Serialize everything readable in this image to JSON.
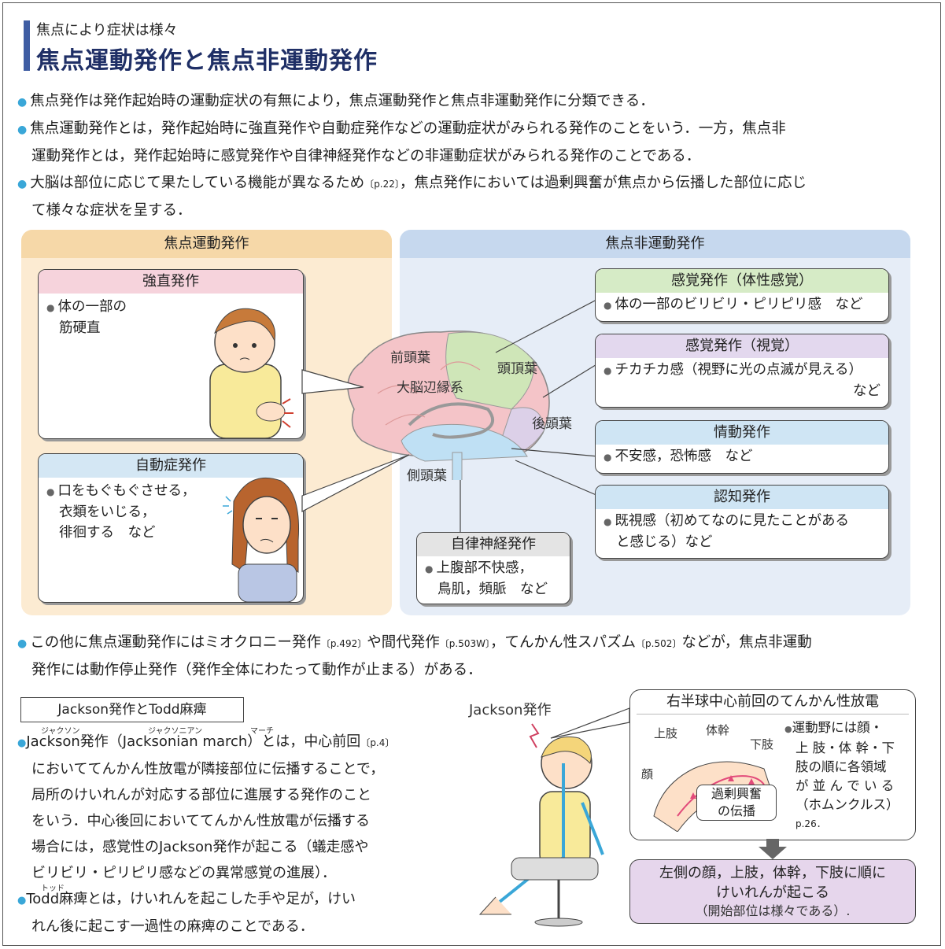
{
  "header": {
    "kicker": "焦点により症状は様々",
    "title": "焦点運動発作と焦点非運動発作"
  },
  "bullets": [
    "焦点発作は発作起始時の運動症状の有無により，焦点運動発作と焦点非運動発作に分類できる．",
    "焦点運動発作とは，発作起始時に強直発作や自動症発作などの運動症状がみられる発作のことをいう．一方，焦点非",
    "運動発作とは，発作起始時に感覚発作や自律神経発作などの非運動症状がみられる発作のことである．",
    "大脳は部位に応じて果たしている機能が異なるため",
    "p.22",
    "，焦点発作においては過剰興奮が焦点から伝播した部位に応じ",
    "て様々な症状を呈する．"
  ],
  "left_panel": {
    "title": "焦点運動発作",
    "card1": {
      "title": "強直発作",
      "lines": [
        "体の一部の",
        "筋硬直"
      ]
    },
    "card2": {
      "title": "自動症発作",
      "lines": [
        "口をもぐもぐさせる，",
        "衣類をいじる，",
        "徘徊する　など"
      ]
    }
  },
  "right_panel": {
    "title": "焦点非運動発作",
    "card1": {
      "title": "感覚発作（体性感覚）",
      "lines": [
        "体の一部のビリビリ・ピリピリ感　など"
      ]
    },
    "card2": {
      "title": "感覚発作（視覚）",
      "lines": [
        "チカチカ感（視野に光の点滅が見える）",
        "など"
      ]
    },
    "card3": {
      "title": "情動発作",
      "lines": [
        "不安感，恐怖感　など"
      ]
    },
    "card4": {
      "title": "認知発作",
      "lines": [
        "既視感（初めてなのに見たことがある",
        "と感じる）など"
      ]
    },
    "card5": {
      "title": "自律神経発作",
      "lines": [
        "上腹部不快感，",
        "鳥肌，頻脈　など"
      ]
    }
  },
  "brain_labels": {
    "frontal": "前頭葉",
    "parietal": "頭頂葉",
    "limbic": "大脳辺縁系",
    "occipital": "後頭葉",
    "temporal": "側頭葉"
  },
  "other_bullet": {
    "line1": "この他に焦点運動発作にはミオクロニー発作",
    "ref1": "p.492",
    "mid1": "や間代発作",
    "ref2": "p.503W",
    "mid2": "，てんかん性スパズム",
    "ref3": "p.502",
    "end1": "などが，焦点非運動",
    "line2": "発作には動作停止発作（発作全体にわたって動作が止まる）がある．"
  },
  "jackson": {
    "box_title": "Jackson発作とTodd麻痺",
    "ruby_jackson": "ジャクソン",
    "ruby_jacksonian": "ジャクソニアン",
    "ruby_march": "マーチ",
    "ruby_todd": "トッド",
    "p1_line1a": "Jackson発作（Jacksonian march）とは，中心前回",
    "p1_ref": "p.4",
    "p1_lines": [
      "においててんかん性放電が隣接部位に伝播することで，",
      "局所のけいれんが対応する部位に進展する発作のこと",
      "をいう．中心後回においててんかん性放電が伝播する",
      "場合には，感覚性のJackson発作が起こる（蟻走感や",
      "ビリビリ・ピリピリ感などの異常感覚の進展）．"
    ],
    "p2_lines": [
      "Todd麻痺とは，けいれんを起こした手や足が，けい",
      "れん後に起こす一過性の麻痺のことである．"
    ],
    "fig_label": "Jackson発作",
    "bubble_title": "右半球中心前回のてんかん性放電",
    "homunculus": {
      "upper": "上肢",
      "trunk": "体幹",
      "lower": "下肢",
      "face": "顔",
      "spread1": "過剰興奮",
      "spread2": "の伝播"
    },
    "bubble_text": [
      "運動野には顔・",
      "上 肢・体 幹・下",
      "肢の順に各領域",
      "が 並 ん で い る",
      "（ホムンクルス）",
      "p.26",
      "．"
    ],
    "result1": "左側の顔，上肢，体幹，下肢に順に",
    "result2": "けいれんが起こる",
    "result3": "（開始部位は様々である）."
  }
}
